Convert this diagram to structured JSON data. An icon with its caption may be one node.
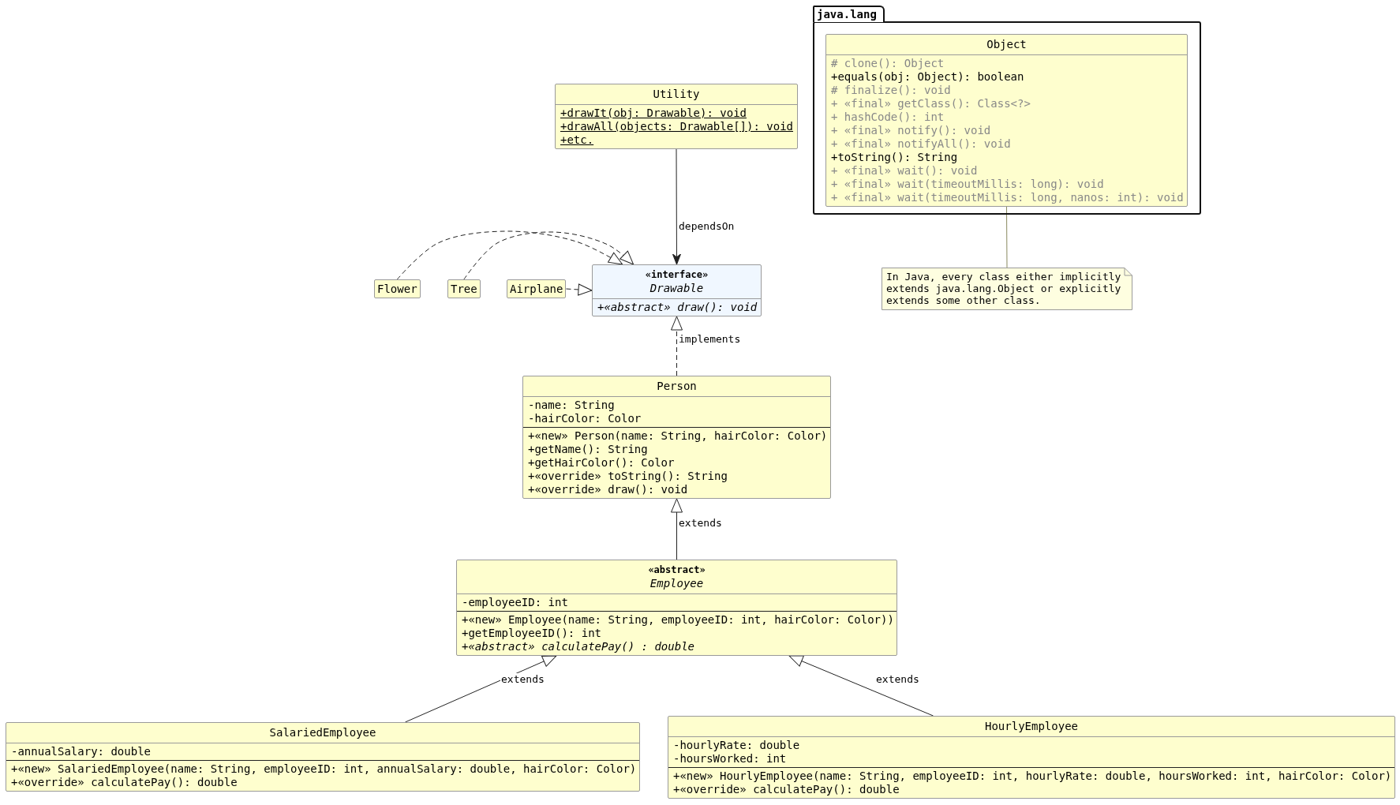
{
  "diagram": {
    "nodes": [
      {
        "text": [
          "java.lang"
        ]
      },
      {
        "text": [
          "Object",
          "# clone(): Object",
          "+equals(obj: Object): boolean",
          "# finalize(): void",
          "+ «final» getClass(): Class<?>",
          "+ hashCode(): int",
          "+ «final» notify(): void",
          "+ «final» notifyAll(): void",
          "+toString(): String",
          "+ «final» wait(): void",
          "+ «final» wait(timeoutMillis: long): void",
          "+ «final» wait(timeoutMillis: long, nanos: int): void"
        ],
        "in": 0
      },
      {
        "text": [
          "In Java, every class either implicitly extends java.lang.Object or explicitly extends some other class."
        ]
      },
      {
        "text": [
          "Utility",
          "+drawIt(obj: Drawable): void",
          "+drawAll(objects: Drawable[]): void",
          "+etc."
        ]
      },
      {
        "text": [
          "Flower"
        ]
      },
      {
        "text": [
          "Tree"
        ]
      },
      {
        "text": [
          "Airplane"
        ]
      },
      {
        "text": [
          "«interface»",
          "Drawable",
          "+«abstract» draw(): void"
        ]
      },
      {
        "text": [
          "Person",
          "-name: String",
          "-hairColor: Color",
          "+«new» Person(name: String, hairColor: Color)",
          "+getName(): String",
          "+getHairColor(): Color",
          "+«override» toString(): String",
          "+«override» draw(): void"
        ]
      },
      {
        "text": [
          "«abstract»",
          "Employee",
          "-employeeID: int",
          "+«new» Employee(name: String, employeeID: int, hairColor: Color))",
          "+getEmployeeID(): int",
          "+«abstract» calculatePay() : double"
        ]
      },
      {
        "text": [
          "SalariedEmployee",
          "-annualSalary: double",
          "+«new» SalariedEmployee(name: String, employeeID: int, annualSalary: double, hairColor: Color)",
          "+«override» calculatePay(): double"
        ]
      },
      {
        "text": [
          "HourlyEmployee",
          "-hourlyRate: double",
          "-hoursWorked: int",
          "+«new» HourlyEmployee(name: String, employeeID: int, hourlyRate: double, hoursWorked: int, hairColor: Color)",
          "+«override» calculatePay(): double"
        ]
      }
    ],
    "edges": [
      {
        "from": 1,
        "to": 2,
        "arrow": "none",
        "color": "#8a8a60"
      },
      {
        "from": 3,
        "to": 7,
        "arrow": "to",
        "label": "dependsOn"
      },
      {
        "from": 4,
        "to": 7,
        "arrow": "to",
        "style": "dashed"
      },
      {
        "from": 5,
        "to": 7,
        "arrow": "to",
        "style": "dashed"
      },
      {
        "from": 6,
        "to": 7,
        "arrow": "to",
        "style": "dashed"
      },
      {
        "from": 8,
        "to": 7,
        "arrow": "to",
        "label": "implements",
        "style": "dashed"
      },
      {
        "from": 9,
        "to": 8,
        "arrow": "to",
        "label": "extends"
      },
      {
        "from": 10,
        "to": 9,
        "arrow": "to",
        "label": "extends"
      },
      {
        "from": 11,
        "to": 9,
        "arrow": "to",
        "label": "extends"
      }
    ]
  }
}
